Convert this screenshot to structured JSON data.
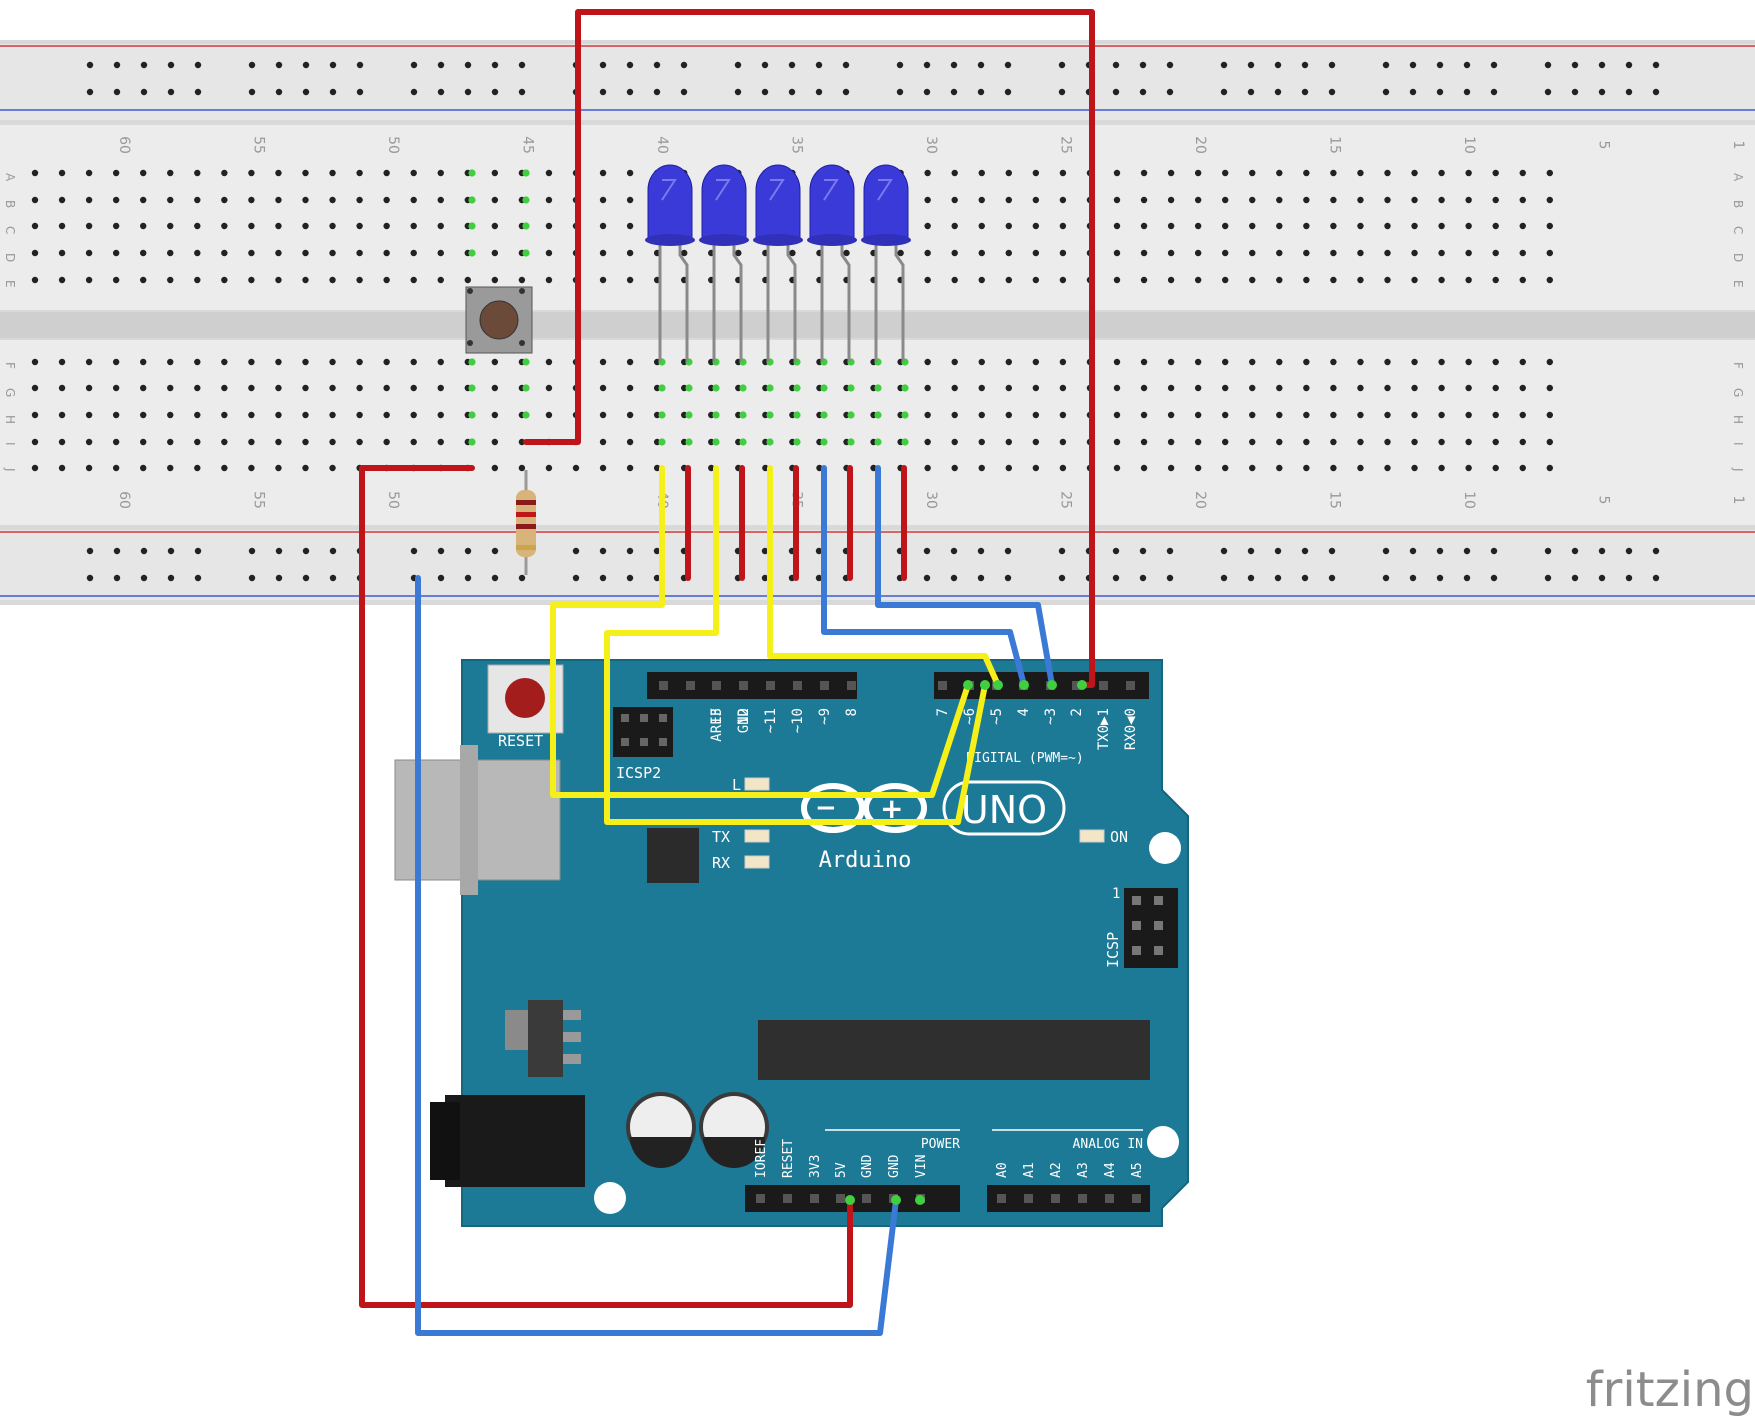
{
  "breadboard": {
    "column_numbers": [
      "60",
      "55",
      "50",
      "45",
      "40",
      "35",
      "30",
      "25",
      "20",
      "15",
      "10",
      "5",
      "1"
    ],
    "row_letters_top": [
      "A",
      "B",
      "C",
      "D",
      "E"
    ],
    "row_letters_bottom": [
      "F",
      "G",
      "H",
      "I",
      "J"
    ]
  },
  "arduino": {
    "reset_label": "RESET",
    "icsp2_label": "ICSP2",
    "icsp_label": "ICSP",
    "icsp_pin1": "1",
    "digital_pins": [
      "AREF",
      "GND",
      "13",
      "12",
      "~11",
      "~10",
      "~9",
      "8",
      "7",
      "~6",
      "~5",
      "4",
      "~3",
      "2",
      "TX0▶1",
      "RX0◀0"
    ],
    "digital_label": "DIGITAL (PWM=~)",
    "led_l": "L",
    "led_tx": "TX",
    "led_rx": "RX",
    "led_on": "ON",
    "logo_text": "Arduino",
    "model_text": "UNO",
    "power_pins": [
      "IOREF",
      "RESET",
      "3V3",
      "5V",
      "GND",
      "GND",
      "VIN"
    ],
    "analog_pins": [
      "A0",
      "A1",
      "A2",
      "A3",
      "A4",
      "A5"
    ],
    "power_label": "POWER",
    "analog_label": "ANALOG IN"
  },
  "components": {
    "led_count": 5,
    "led_color": "#3a3ad8"
  },
  "wire_colors": {
    "red": "#c0141b",
    "blue": "#3a7ad6",
    "yellow": "#f5f019"
  },
  "board_color": "#1c7a96",
  "watermark": "fritzing"
}
